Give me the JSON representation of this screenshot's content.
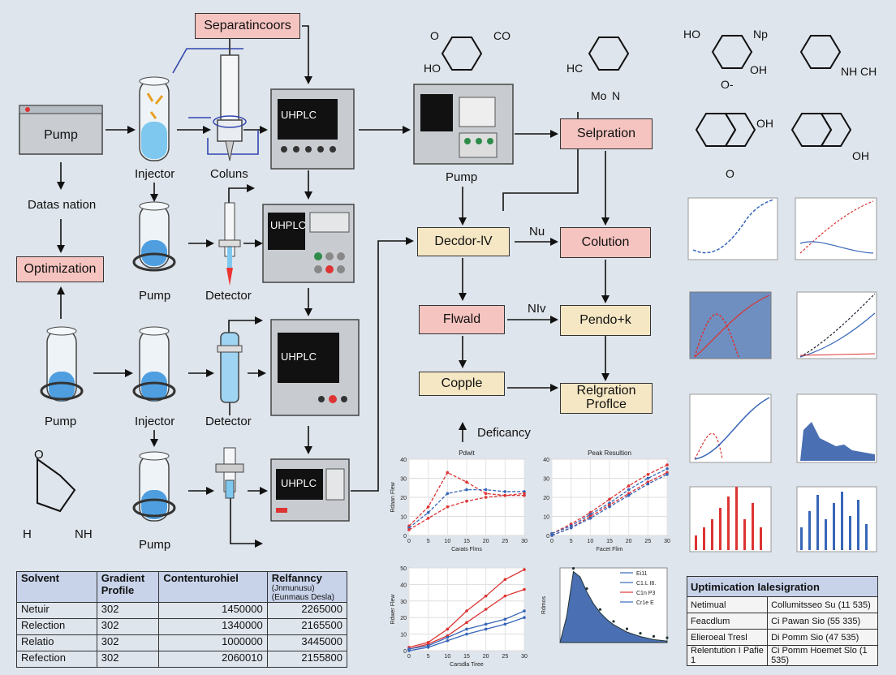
{
  "flow_boxes": {
    "separatincoors": "Separatincoors",
    "pump_top": "Pump",
    "optimization": "Optimization",
    "separation": "Selpration",
    "decoder": "Decdor-lV",
    "colution": "Colution",
    "flwald": "Flwald",
    "pendork": "Pendo+k",
    "copple": "Copple",
    "relgration_line1": "Relgration",
    "relgration_line2": "Proflce"
  },
  "instrument_screens": {
    "uhplc_1": "UHPLC",
    "uhplc_2": "UHPLC",
    "uhplc_3": "UHPLC",
    "uhplc_4": "UHPLC"
  },
  "labels": {
    "injector_1": "Injector",
    "columns": "Coluns",
    "datas_nation": "Datas nation",
    "pump_2": "Pump",
    "detector_1": "Detector",
    "pump_3": "Pump",
    "injector_2": "Injector",
    "detector_2": "Detector",
    "pump_4": "Pump",
    "pump_5": "Pump",
    "nu": "Nu",
    "niv": "NIv",
    "deficancy": "Deficancy"
  },
  "chemistry": {
    "left_h": "H",
    "left_nh2": "NH",
    "left_o": "O",
    "m1_o": "O",
    "m1_co": "CO",
    "m1_ho": "HO",
    "m2_hc": "HC",
    "m2_mo": "Mo",
    "m2_n2": "N",
    "m3_ho": "HO",
    "m3_np": "Np",
    "m3_oh2": "OH",
    "m3_o": "O-",
    "m4_nh": "NH",
    "m4_ch2": "CH",
    "m5_oh": "OH",
    "m5_o": "O",
    "m6_oh2": "OH"
  },
  "table_left": {
    "headers": [
      "Solvent",
      "Gradient Profile",
      "Contenturohiel",
      "Relfanncy"
    ],
    "header_sub": "(Jnmunusu) (Eunmaus Desla)",
    "rows": [
      [
        "Netuir",
        "302",
        "1450000",
        "2265000"
      ],
      [
        "Relection",
        "302",
        "1340000",
        "2165500"
      ],
      [
        "Relatio",
        "302",
        "1000000",
        "3445000"
      ],
      [
        "Refection",
        "302",
        "2060010",
        "2155800"
      ]
    ]
  },
  "table_right": {
    "title": "Uptimication Ialesigration",
    "rows": [
      [
        "Netimual",
        "Collumitsseo Su (11 535)"
      ],
      [
        "Feacdlum",
        "Ci Pawan Sio (55 335)"
      ],
      [
        "Elieroeal Tresl",
        "Di Pomm Sio (47 535)"
      ],
      [
        "Relentution I Pafie 1",
        "Ci Pomm Hoemet Slo (1 535)"
      ]
    ]
  },
  "chart_data": [
    {
      "type": "line",
      "title": "Pdwit",
      "xlabel": "Carats Flms",
      "ylabel": "Rdaan Flew",
      "x": [
        0,
        5,
        10,
        15,
        20,
        25,
        30
      ],
      "xlim": [
        0,
        30
      ],
      "ylim": [
        0,
        40
      ],
      "xticks": [
        "0",
        "5",
        "10",
        "15",
        "20",
        "25",
        "30"
      ],
      "yticks": [
        "0",
        "10",
        "20",
        "30",
        "40"
      ],
      "series": [
        {
          "color": "#d33",
          "dashed": true,
          "values": [
            5,
            15,
            33,
            28,
            22,
            21,
            21
          ]
        },
        {
          "color": "#3766b8",
          "dashed": true,
          "values": [
            4,
            12,
            22,
            24,
            24,
            23,
            23
          ]
        },
        {
          "color": "#d33",
          "dashed": true,
          "values": [
            3,
            9,
            15,
            18,
            20,
            21,
            22
          ]
        }
      ]
    },
    {
      "type": "line",
      "title": "Peak Resultion",
      "xlabel": "Facet Flim",
      "ylabel": "",
      "x": [
        0,
        5,
        10,
        15,
        20,
        25,
        30
      ],
      "xlim": [
        0,
        30
      ],
      "ylim": [
        0,
        40
      ],
      "xticks": [
        "0",
        "5",
        "10",
        "15",
        "20",
        "25",
        "30"
      ],
      "yticks": [
        "0",
        "10",
        "20",
        "30",
        "40"
      ],
      "series": [
        {
          "color": "#d33",
          "dashed": true,
          "values": [
            1,
            6,
            12,
            19,
            26,
            32,
            37
          ]
        },
        {
          "color": "#3766b8",
          "dashed": true,
          "values": [
            1,
            5,
            11,
            17,
            24,
            30,
            35
          ]
        },
        {
          "color": "#d33",
          "dashed": true,
          "values": [
            0,
            4,
            10,
            16,
            22,
            28,
            33
          ]
        },
        {
          "color": "#3766b8",
          "dashed": true,
          "values": [
            0,
            4,
            9,
            15,
            21,
            27,
            32
          ]
        }
      ]
    },
    {
      "type": "line",
      "title": "",
      "xlabel": "Carsdla Tiree",
      "ylabel": "Rdwer Flew",
      "x": [
        0,
        5,
        10,
        15,
        20,
        25,
        30
      ],
      "xlim": [
        0,
        30
      ],
      "ylim": [
        0,
        50
      ],
      "xticks": [
        "0",
        "5",
        "10",
        "15",
        "20",
        "25",
        "30"
      ],
      "yticks": [
        "0",
        "10",
        "20",
        "30",
        "40",
        "50"
      ],
      "series": [
        {
          "color": "#d33",
          "dashed": false,
          "values": [
            2,
            5,
            13,
            24,
            33,
            43,
            49
          ]
        },
        {
          "color": "#d33",
          "dashed": false,
          "values": [
            1,
            4,
            9,
            17,
            25,
            33,
            37
          ]
        },
        {
          "color": "#3766b8",
          "dashed": false,
          "values": [
            1,
            3,
            8,
            13,
            16,
            19,
            24
          ]
        },
        {
          "color": "#3766b8",
          "dashed": false,
          "values": [
            0,
            2,
            6,
            10,
            13,
            16,
            20
          ]
        }
      ]
    },
    {
      "type": "area",
      "title": "",
      "xlabel": "",
      "ylabel": "Rdmos",
      "x": [
        0,
        1,
        2,
        3,
        4,
        5,
        6,
        7,
        8,
        9,
        10,
        11,
        12,
        13,
        14,
        15,
        16
      ],
      "xlim": [
        0,
        16
      ],
      "ylim": [
        0,
        100
      ],
      "xticks": [],
      "yticks": [],
      "legend": [
        "Ei11",
        "C1.L I8.",
        "C1n P3",
        "Cr1e E"
      ],
      "legend_position": "top-right",
      "series": [
        {
          "color": "#4a6fb2",
          "values": [
            0,
            35,
            95,
            88,
            68,
            52,
            40,
            31,
            24,
            19,
            14,
            11,
            8,
            6,
            4,
            3,
            2
          ]
        }
      ]
    }
  ]
}
